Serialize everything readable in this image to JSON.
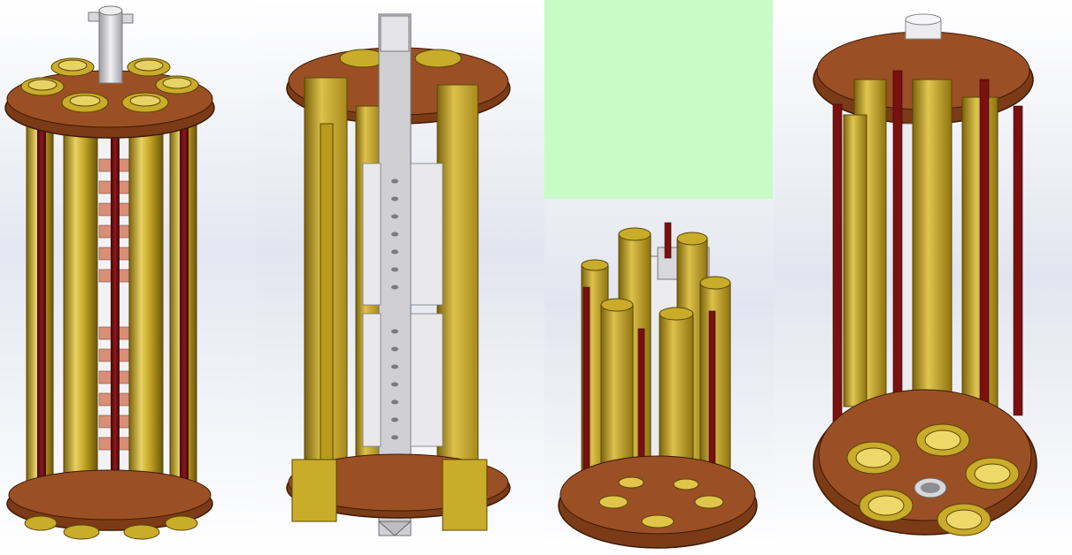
{
  "colors": {
    "brass": "#c9ac2a",
    "brass_dark": "#8a7010",
    "brass_light": "#e8d36a",
    "copper": "#7a3b16",
    "copper_dark": "#4a2008",
    "copper_light": "#a4582a",
    "rod": "#7a1010",
    "rod_dark": "#4a0606",
    "steel": "#d8d8dc",
    "steel_dark": "#8d8d92",
    "pink": "#d98e76",
    "green_block": "#c9fbc6",
    "background_top": "#ffffff",
    "background_mid": "#dfe3ef"
  },
  "panels": [
    {
      "id": "assembly-front-view"
    },
    {
      "id": "assembly-cutaway-view"
    },
    {
      "id": "assembly-short-view"
    },
    {
      "id": "assembly-bottom-view"
    }
  ]
}
